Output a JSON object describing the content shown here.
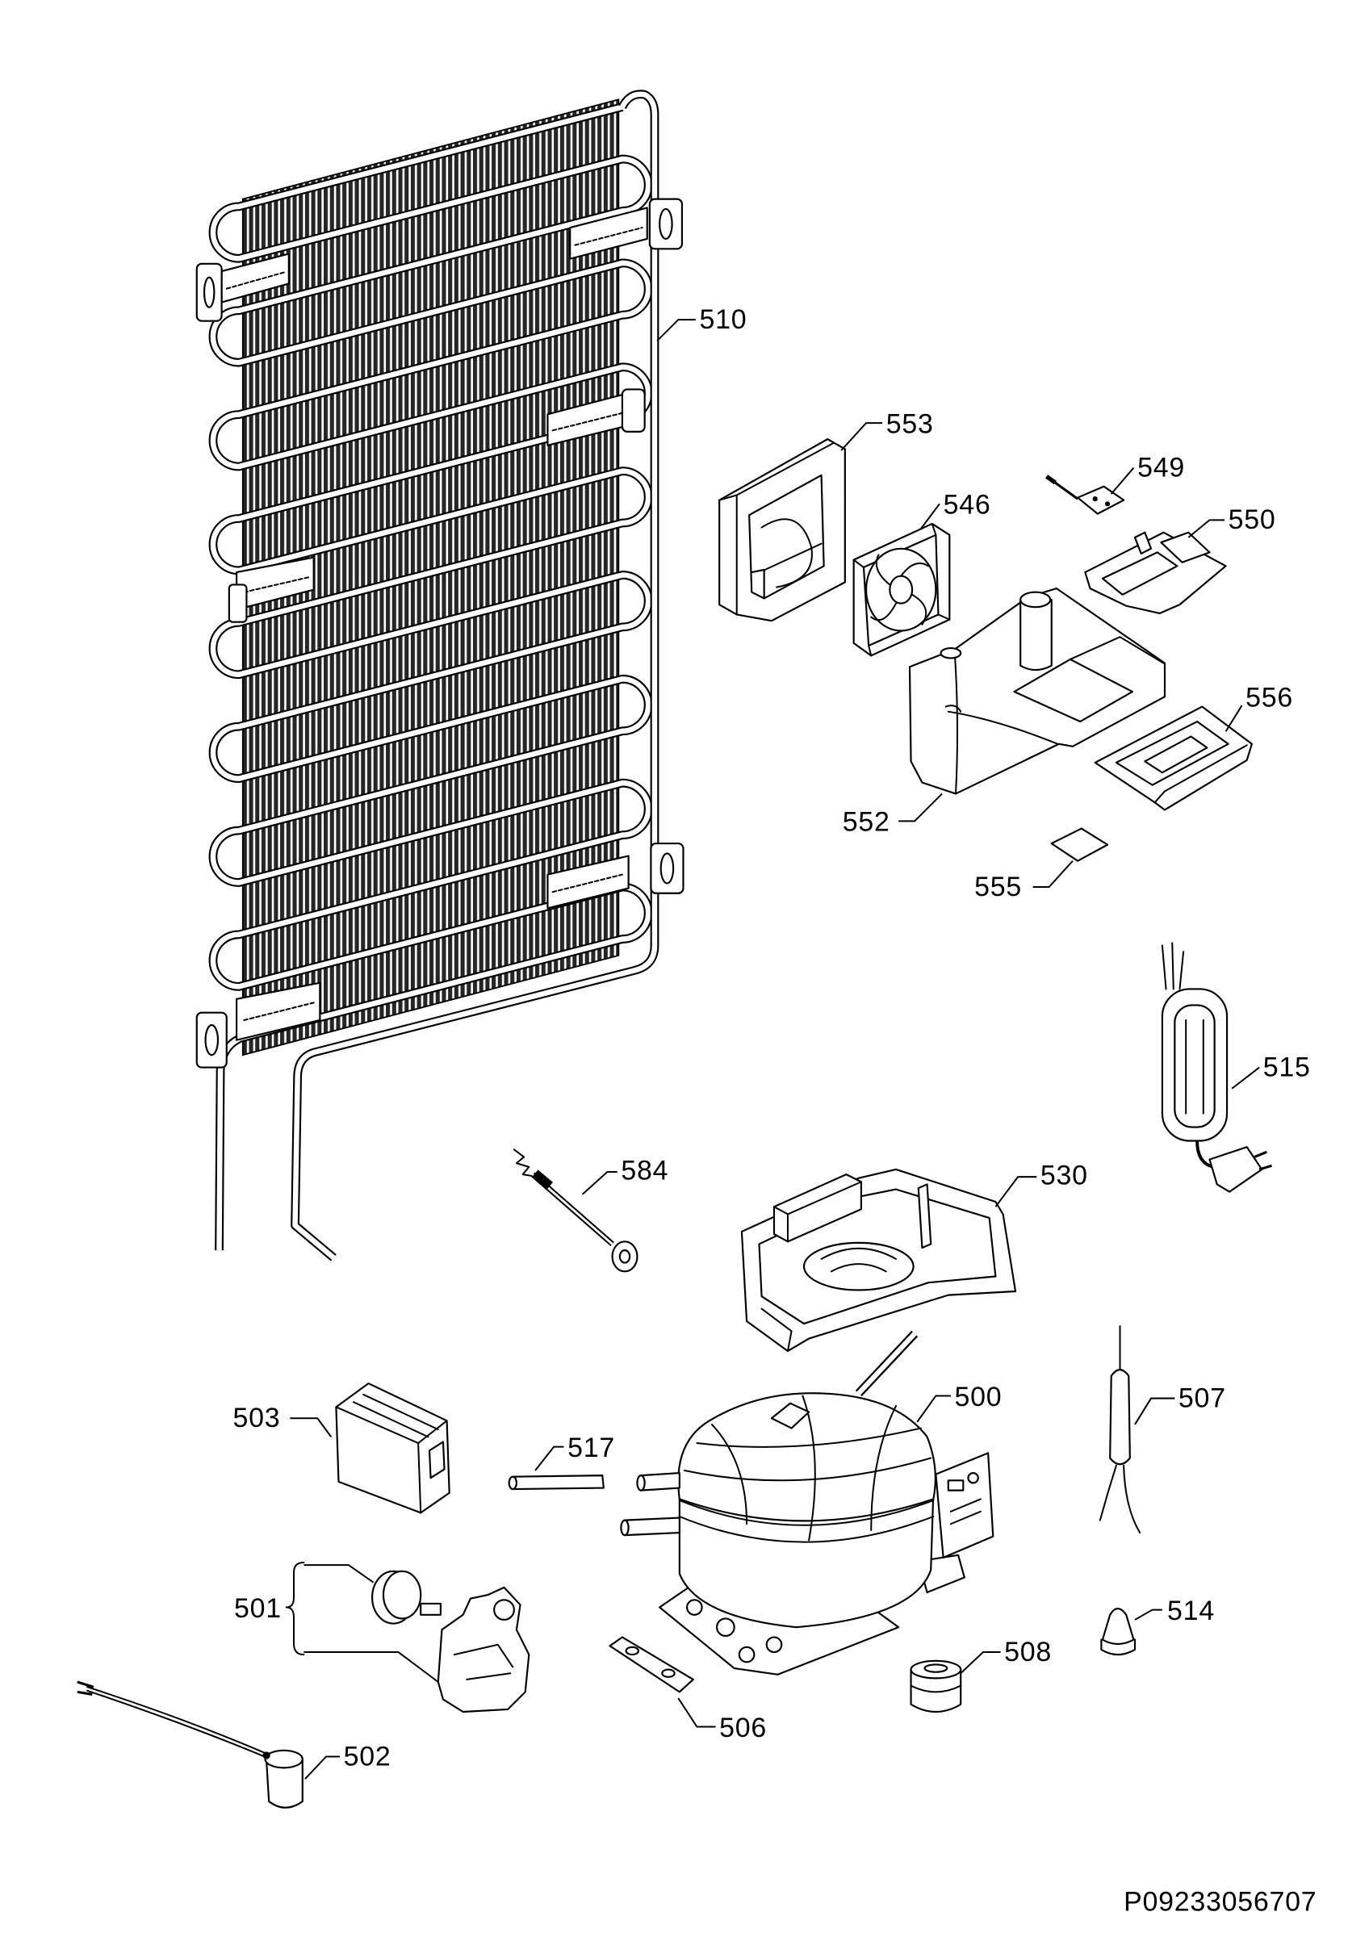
{
  "callouts": [
    "510",
    "553",
    "549",
    "546",
    "550",
    "556",
    "552",
    "555",
    "515",
    "584",
    "530",
    "500",
    "507",
    "503",
    "517",
    "501",
    "514",
    "508",
    "506",
    "502"
  ],
  "diagram_code": "P09233056707"
}
